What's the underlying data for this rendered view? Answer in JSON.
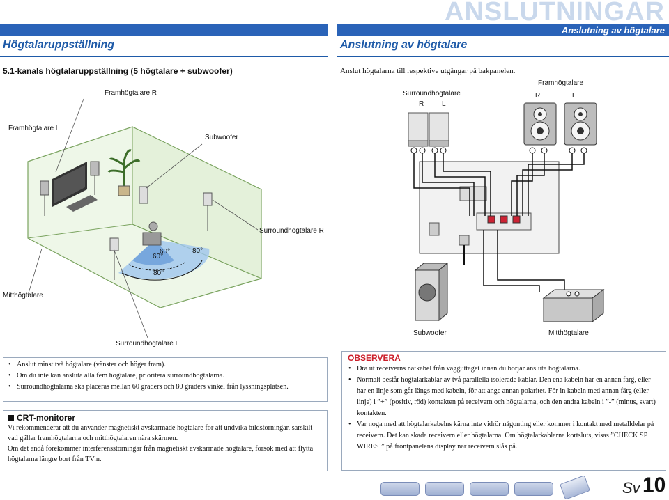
{
  "header": {
    "chapter": "ANSLUTNINGAR",
    "chapter_sub": "Anslutning av högtalare",
    "left_title": "Högtalaruppställning",
    "right_title": "Anslutning av högtalare"
  },
  "left": {
    "subtitle": "5.1-kanals högtalaruppställning (5 högtalare + subwoofer)",
    "labels": {
      "front_r": "Framhögtalare R",
      "front_l": "Framhögtalare L",
      "subwoofer": "Subwoofer",
      "surround_r": "Surroundhögtalare R",
      "center": "Mitthögtalare",
      "surround_l": "Surroundhögtalare L"
    },
    "angles": [
      "60°",
      "60°",
      "80°",
      "80°"
    ],
    "bullets": [
      "Anslut minst två högtalare (vänster och höger fram).",
      "Om du inte kan ansluta alla fem högtalare, prioritera surroundhögtalarna.",
      "Surroundhögtalarna ska placeras mellan 60 graders och 80 graders vinkel från lyssningsplatsen."
    ],
    "crt": {
      "title": "CRT-monitorer",
      "p1": "Vi rekommenderar att du använder magnetiskt avskärmade högtalare för att undvika bildstörningar, särskilt vad gäller framhögtalarna och mitthögtalaren nära skärmen.",
      "p2": "Om det ändå förekommer interferensstörningar från magnetiskt avskärmade högtalare, försök med att flytta högtalarna längre bort från TV:n."
    }
  },
  "right": {
    "intro": "Anslut högtalarna till respektive utgångar på bakpanelen.",
    "labels": {
      "surround": "Surroundhögtalare",
      "front": "Framhögtalare",
      "r": "R",
      "l": "L",
      "subwoofer": "Subwoofer",
      "center": "Mitthögtalare"
    },
    "observera": {
      "title": "OBSERVERA",
      "items": [
        "Dra ut receiverns nätkabel från vägguttaget innan du börjar ansluta högtalarna.",
        "Normalt består högtalarkablar av två parallella isolerade kablar. Den ena kabeln har en annan färg, eller har en linje som går längs med kabeln, för att ange annan polaritet. För in kabeln med annan färg (eller linje) i ”+” (positiv, röd) kontakten på receivern och högtalarna, och den andra kabeln i ”-” (minus, svart) kontakten.",
        "Var noga med att högtalarkabelns kärna inte vidrör någonting eller kommer i kontakt med metalldelar på receivern. Det kan skada receivern eller högtalarna. Om högtalarkablarna kortsluts, visas ”CHECK SP WIRES!” på frontpanelens display när receivern slås på."
      ]
    }
  },
  "footer": {
    "lang": "Sv",
    "page": "10"
  },
  "colors": {
    "accent": "#1e5aa8",
    "topbar": "#2a63b8",
    "warning": "#cc1f2a"
  }
}
